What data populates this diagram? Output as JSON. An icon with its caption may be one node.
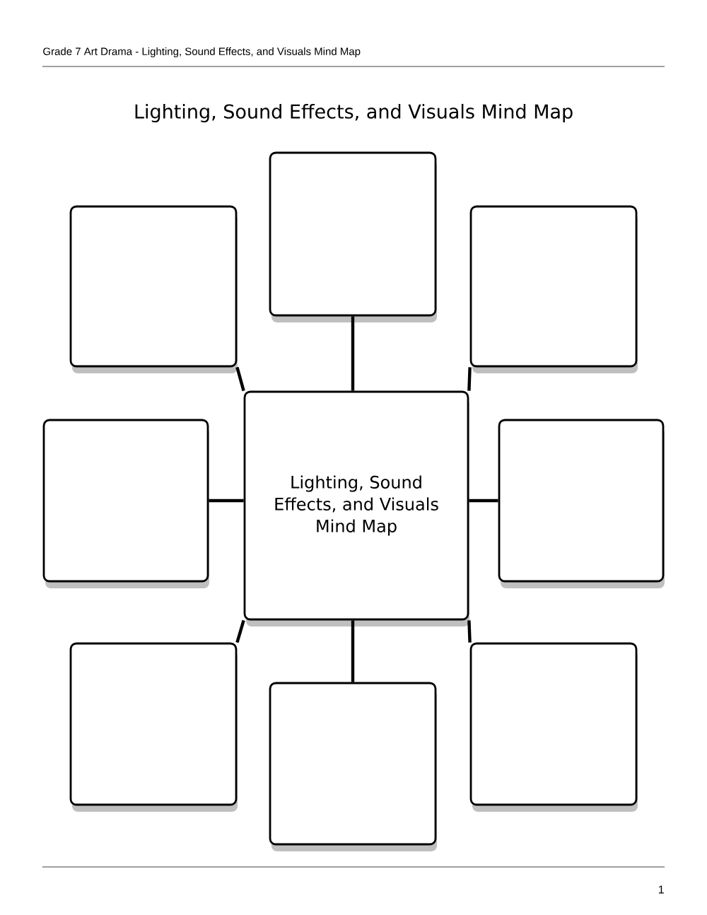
{
  "diagram": {
    "title": "Lighting, Sound Effects, and Visuals Mind Map",
    "nodes": [
      {
        "text": [],
        "shape": "box"
      },
      {
        "text": [],
        "shape": "box"
      },
      {
        "text": [],
        "shape": "box"
      },
      {
        "text": [],
        "shape": "box"
      },
      {
        "text": [
          "Lighting, Sound Effects, and Visuals Mind Map"
        ]
      },
      {
        "text": [],
        "shape": "box"
      },
      {
        "text": [],
        "shape": "box"
      },
      {
        "text": [],
        "shape": "box"
      },
      {
        "text": [],
        "shape": "box"
      }
    ],
    "edges": [
      {
        "from": 4,
        "to": 0,
        "arrow": "none"
      },
      {
        "from": 4,
        "to": 1,
        "arrow": "none"
      },
      {
        "from": 4,
        "to": 2,
        "arrow": "none"
      },
      {
        "from": 4,
        "to": 3,
        "arrow": "none"
      },
      {
        "from": 4,
        "to": 5,
        "arrow": "none"
      },
      {
        "from": 4,
        "to": 6,
        "arrow": "none"
      },
      {
        "from": 4,
        "to": 7,
        "arrow": "none"
      },
      {
        "from": 4,
        "to": 8,
        "arrow": "none"
      }
    ],
    "labels": [
      "Grade 7 Art Drama - Lighting, Sound Effects, and Visuals Mind Map",
      "1"
    ]
  }
}
